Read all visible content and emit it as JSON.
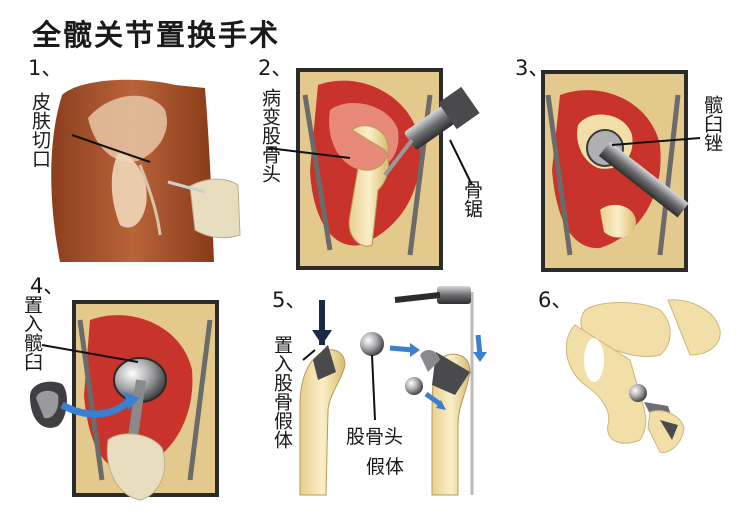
{
  "title": "全髋关节置换手术",
  "steps": [
    {
      "number": "1、",
      "label": "皮肤切口"
    },
    {
      "number": "2、",
      "label": "病变股骨头",
      "tool": "骨锯"
    },
    {
      "number": "3、",
      "label": "髋臼锉"
    },
    {
      "number": "4、",
      "label": "置入髋臼"
    },
    {
      "number": "5、",
      "label": "置入股骨假体",
      "label2_line1": "股骨头",
      "label2_line2": "假体"
    },
    {
      "number": "6、"
    }
  ],
  "colors": {
    "skin": "#a3502a",
    "muscle": "#c8342c",
    "bone": "#f2dfa8",
    "frame": "#2b2b2b",
    "arrow": "#3a7fd0",
    "metal": "#6f6f72"
  }
}
